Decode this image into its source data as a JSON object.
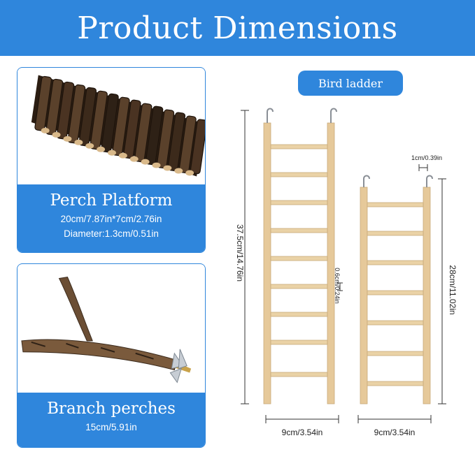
{
  "header": {
    "title": "Product Dimensions"
  },
  "perch_platform": {
    "title": "Perch Platform",
    "size": "20cm/7.87in*7cm/2.76in",
    "diameter": "Diameter:1.3cm/0.51in"
  },
  "branch_perches": {
    "title": "Branch perches",
    "length": "15cm/5.91in"
  },
  "bird_ladder": {
    "label": "Bird ladder",
    "large_height": "37.5cm/14.76in",
    "large_width": "9cm/3.54in",
    "rung_diameter": "0.6cm/0.24in",
    "rung_spacing": "1cm/0.39in",
    "small_height": "28cm/11.02in",
    "small_width": "9cm/3.54in"
  },
  "colors": {
    "accent": "#2f86dc",
    "wood": "#e6c99a",
    "bark": "#3a2a1c"
  }
}
